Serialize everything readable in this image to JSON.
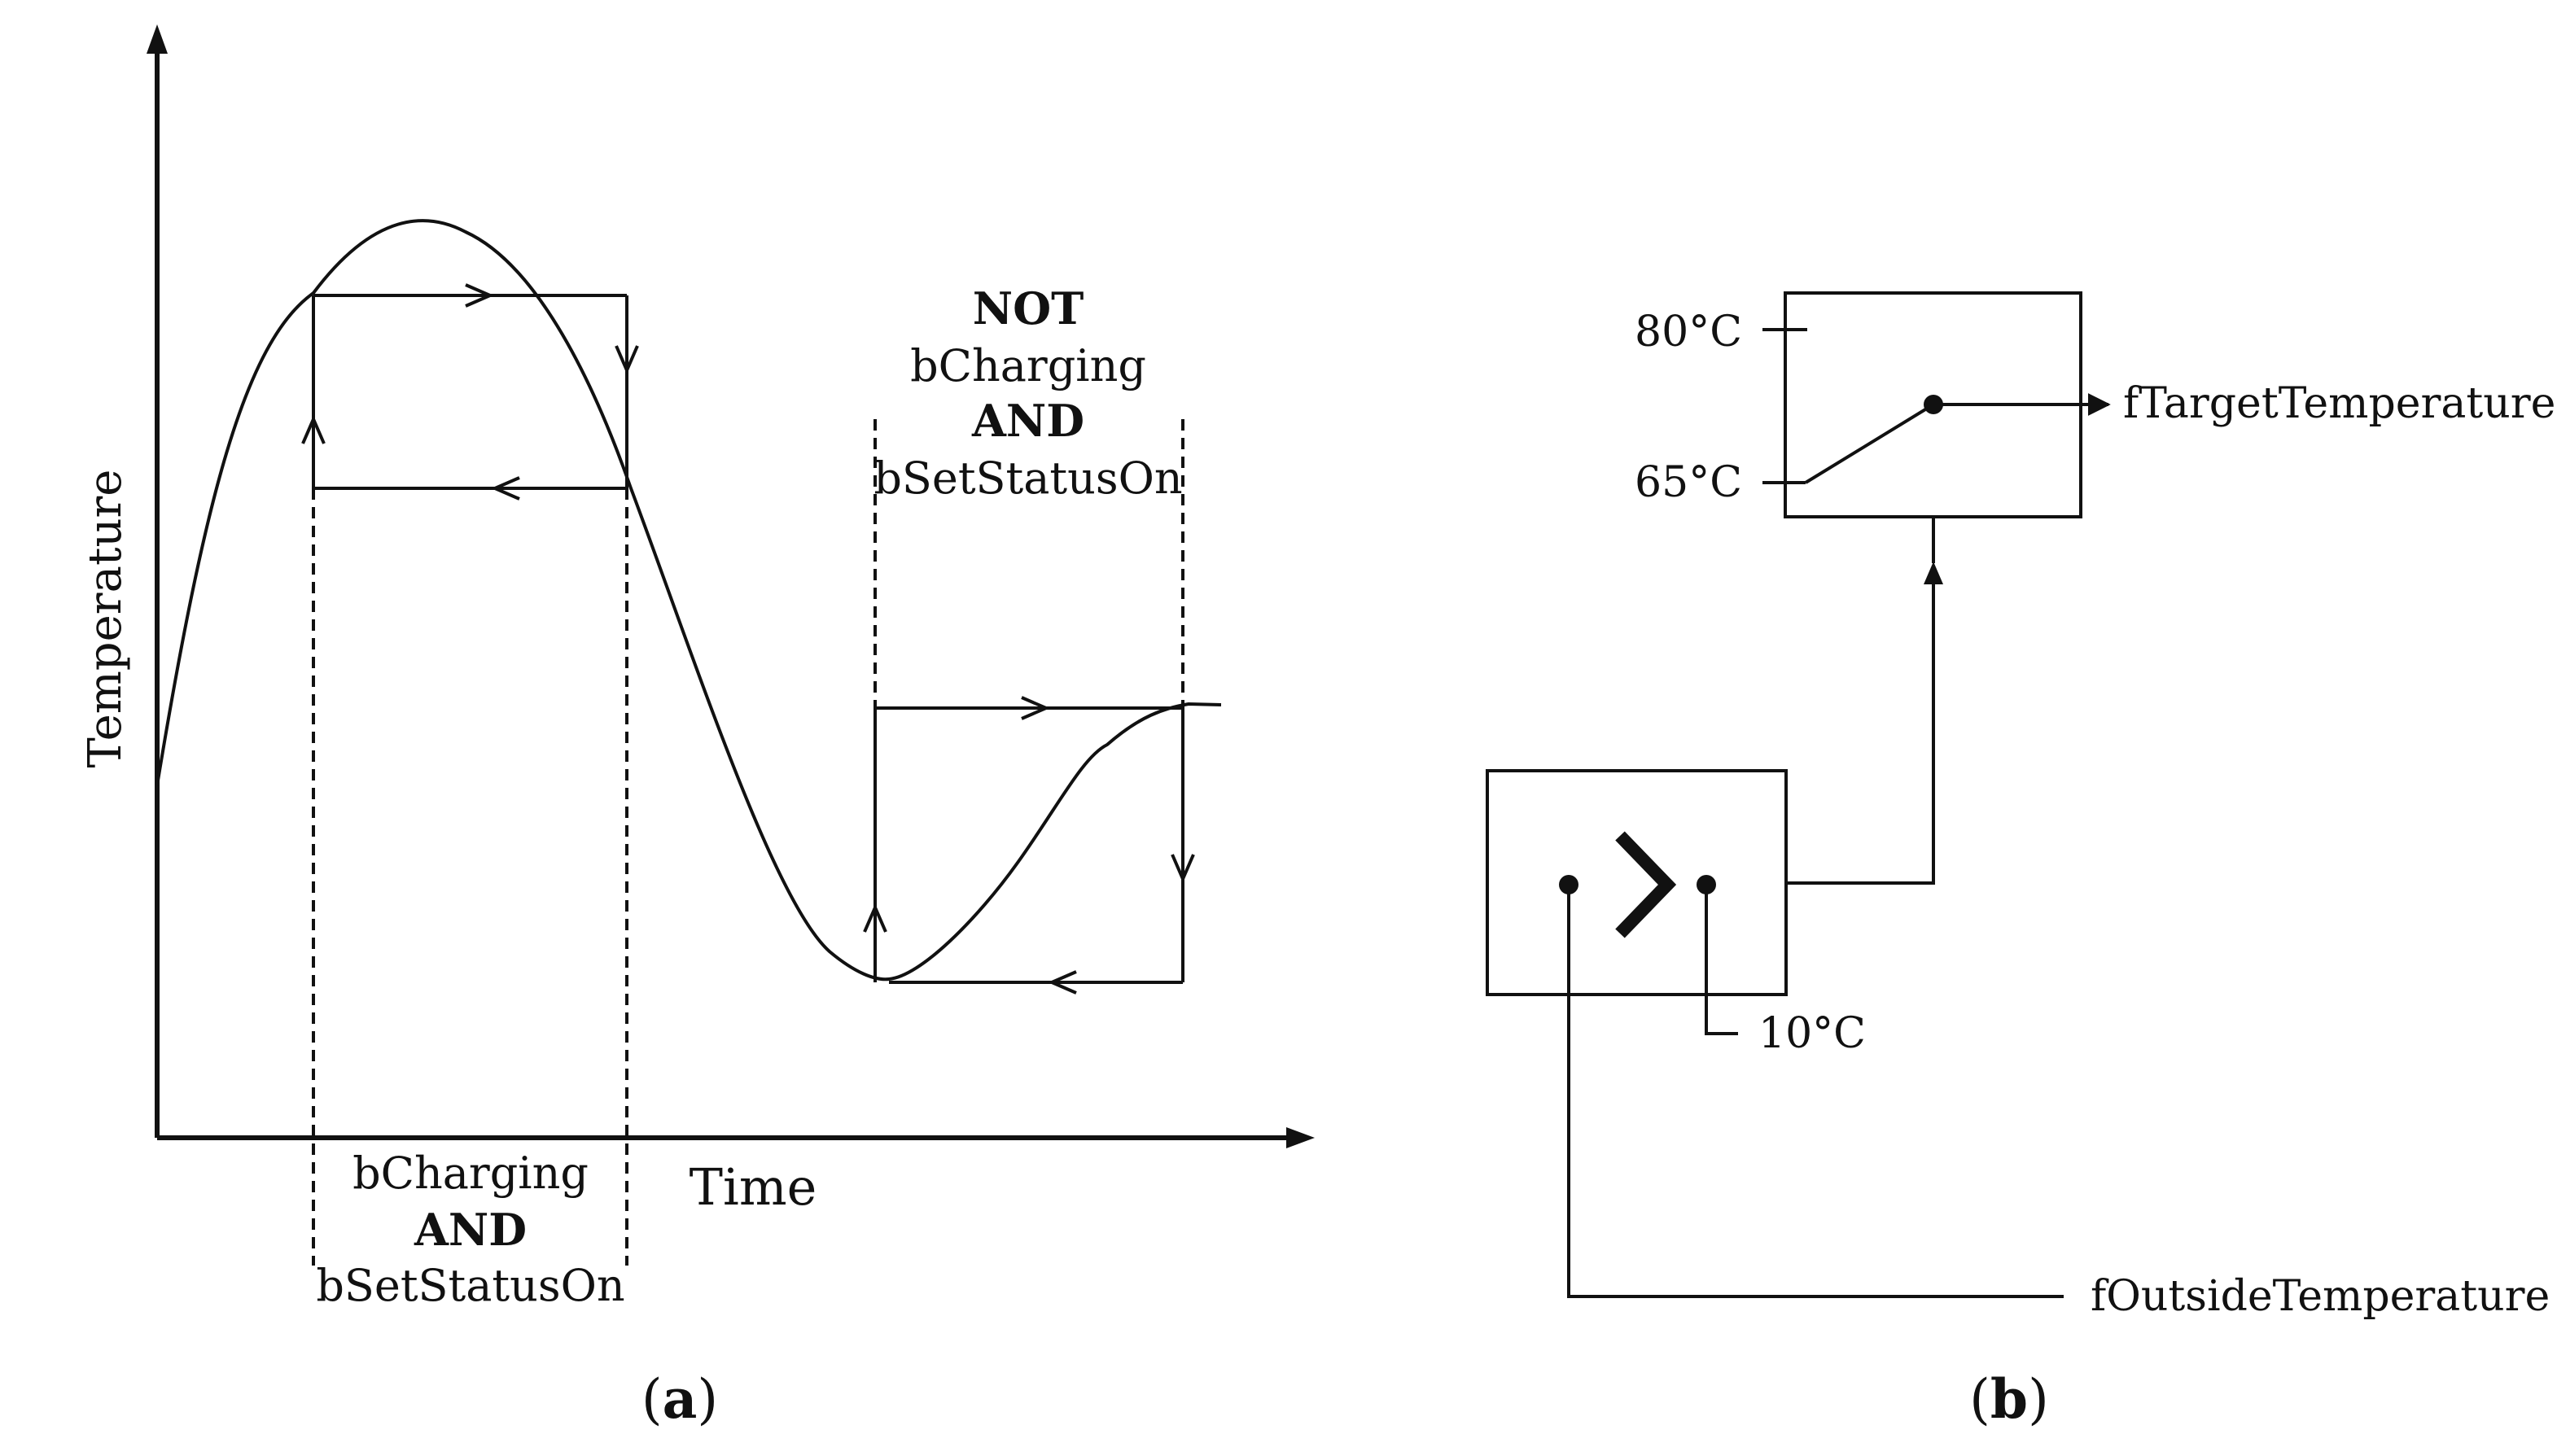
{
  "panel_a": {
    "y_axis_label": "Temperature",
    "x_axis_label": "Time",
    "window1": {
      "line1": "bCharging",
      "line2": "AND",
      "line3": "bSetStatusOn"
    },
    "window2": {
      "line1": "NOT",
      "line2": "bCharging",
      "line3": "AND",
      "line4": "bSetStatusOn"
    },
    "caption_open": "(",
    "caption_letter": "a",
    "caption_close": ")"
  },
  "panel_b": {
    "upper_block": {
      "high_label": "80°C",
      "low_label": "65°C"
    },
    "output_label": "fTargetTemperature",
    "threshold_label": "10°C",
    "input_label": "fOutsideTemperature",
    "caption_open": "(",
    "caption_letter": "b",
    "caption_close": ")"
  },
  "colors": {
    "ink": "#111111",
    "background": "#ffffff"
  }
}
